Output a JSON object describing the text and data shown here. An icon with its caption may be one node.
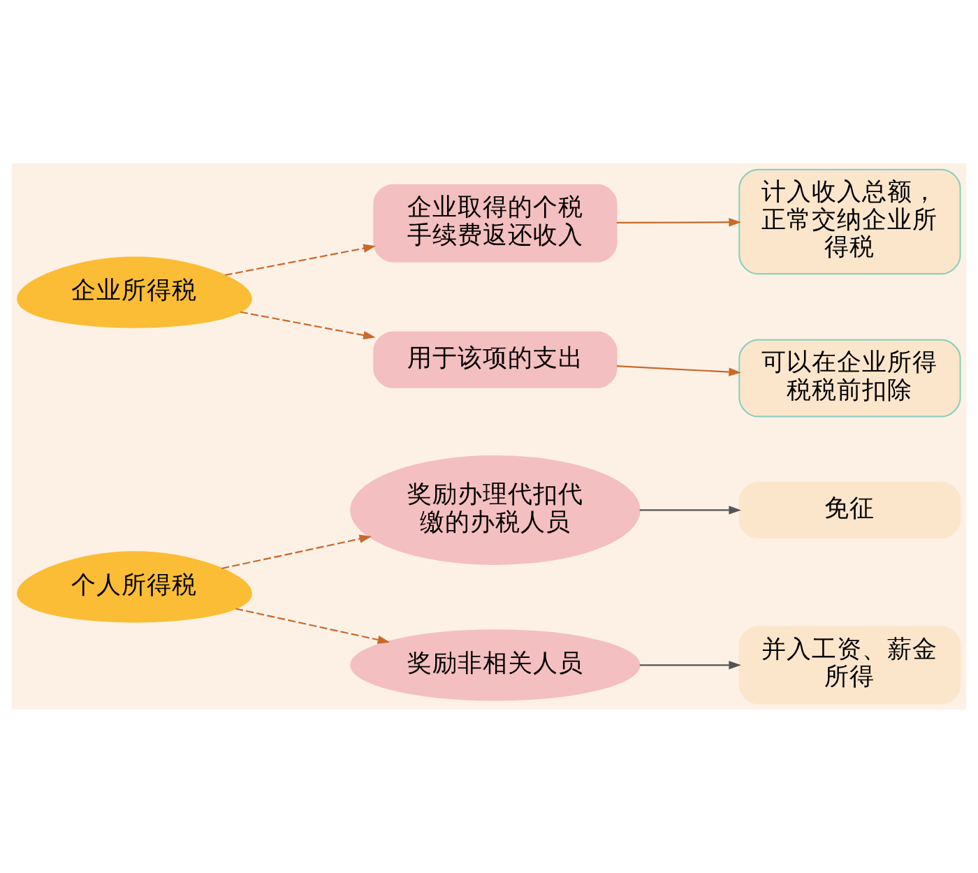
{
  "diagram": {
    "nodes": [
      {
        "text": [
          "个人所得税"
        ]
      },
      {
        "text": [
          "奖励办理代扣代缴的办税人员"
        ]
      },
      {
        "text": [
          "免征"
        ]
      },
      {
        "text": [
          "奖励非相关人员"
        ]
      },
      {
        "text": [
          "并入工资、薪金所得"
        ]
      },
      {
        "text": [
          "企业所得税"
        ]
      },
      {
        "text": [
          "企业取得的个税手续费返还收入"
        ]
      },
      {
        "text": [
          "计入收入总额，正常交纳企业所得税"
        ]
      },
      {
        "text": [
          "用于该项的支出"
        ]
      },
      {
        "text": [
          "可以在企业所得税税前扣除"
        ]
      }
    ],
    "edges": [
      {
        "from": 0,
        "to": 1,
        "arrow": "to",
        "style": "dashed"
      },
      {
        "from": 0,
        "to": 3,
        "arrow": "to",
        "style": "dashed"
      },
      {
        "from": 1,
        "to": 2,
        "arrow": "to",
        "color": "#555555"
      },
      {
        "from": 3,
        "to": 4,
        "arrow": "to",
        "color": "#555555"
      },
      {
        "from": 5,
        "to": 6,
        "arrow": "to",
        "style": "dashed"
      },
      {
        "from": 5,
        "to": 8,
        "arrow": "to",
        "style": "dashed"
      },
      {
        "from": 6,
        "to": 7,
        "arrow": "to"
      },
      {
        "from": 8,
        "to": 9,
        "arrow": "to"
      }
    ]
  }
}
